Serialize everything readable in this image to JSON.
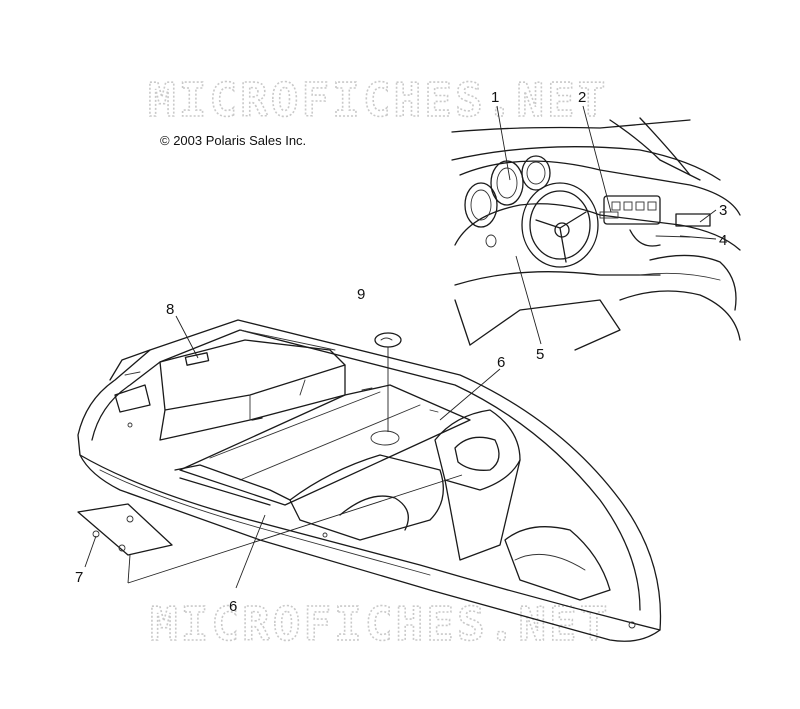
{
  "copyright": "© 2003 Polaris Sales Inc.",
  "watermark_top": "MICROFICHES.NET",
  "watermark_bottom": "MICROFICHES.NET",
  "callouts": [
    "1",
    "2",
    "3",
    "4",
    "5",
    "6",
    "6",
    "7",
    "8",
    "9"
  ]
}
